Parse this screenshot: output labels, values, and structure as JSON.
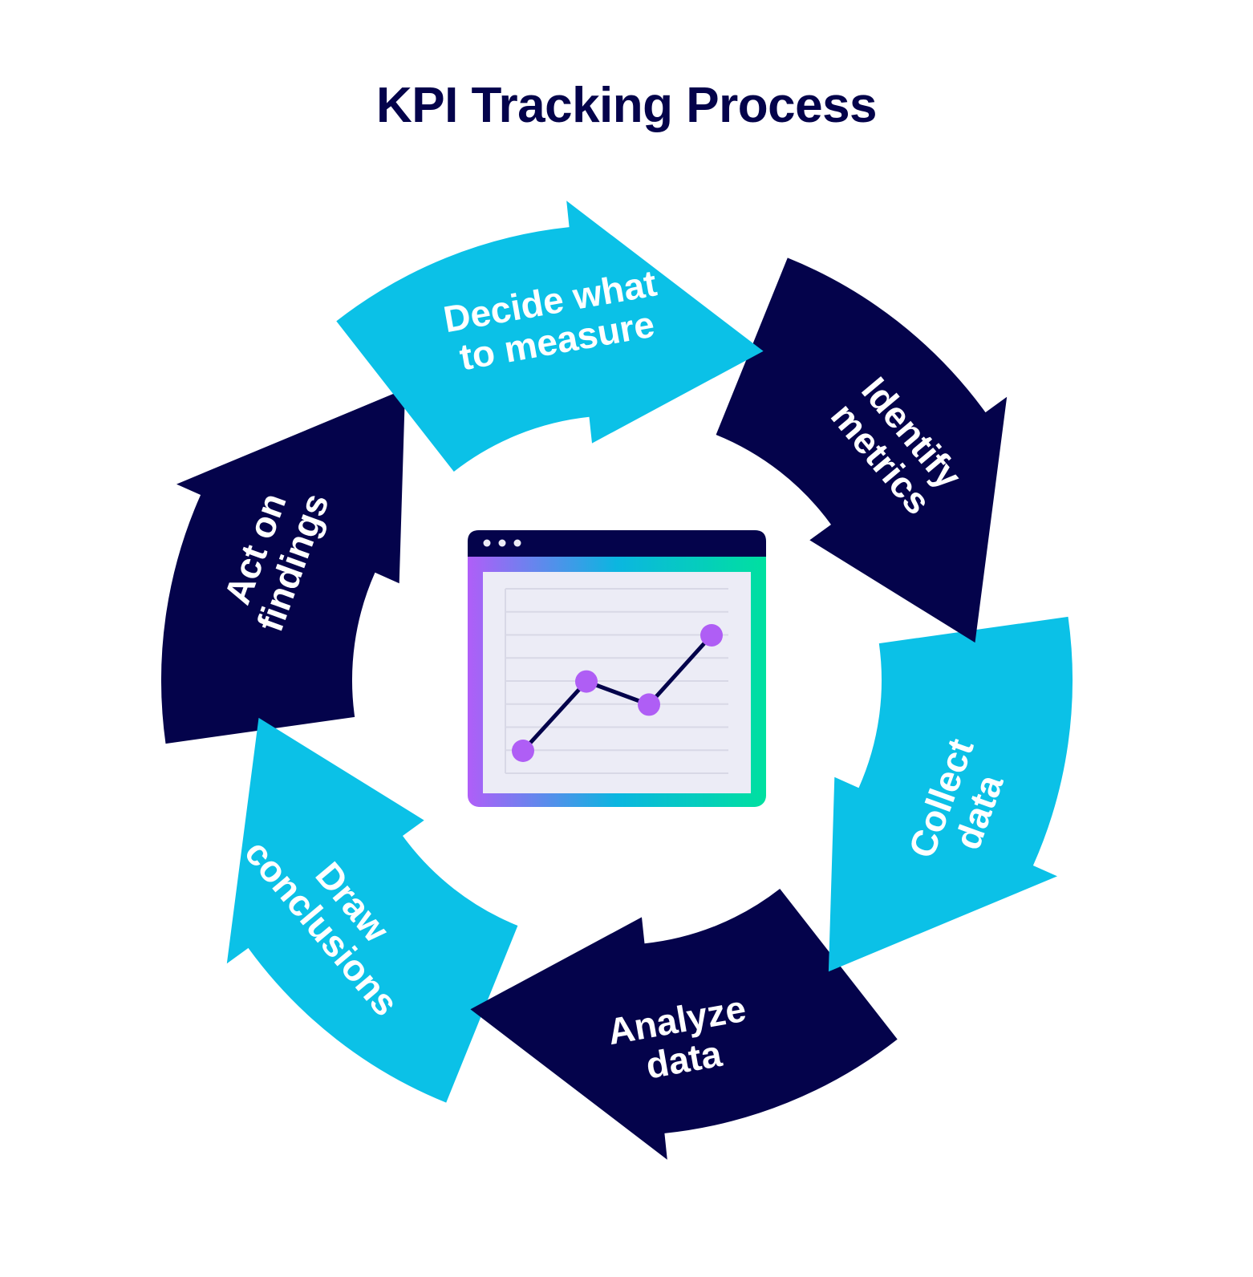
{
  "title": "KPI Tracking Process",
  "colors": {
    "dark": "#04034b",
    "light": "#0bc1e7",
    "text_on_arrow": "#ffffff",
    "window_bar": "#04034b",
    "window_panel": "#ececf6",
    "grid_line": "#d8d8e6",
    "chart_line": "#04034b",
    "chart_point": "#af5ef5",
    "gradient_start": "#b05ef8",
    "gradient_mid": "#0bb6e0",
    "gradient_end": "#00e0a0"
  },
  "steps": [
    {
      "id": "decide",
      "lines": [
        "Decide what",
        "to measure"
      ],
      "color": "light"
    },
    {
      "id": "identify",
      "lines": [
        "Identify",
        "metrics"
      ],
      "color": "dark"
    },
    {
      "id": "collect",
      "lines": [
        "Collect",
        "data"
      ],
      "color": "light"
    },
    {
      "id": "analyze",
      "lines": [
        "Analyze",
        "data"
      ],
      "color": "dark"
    },
    {
      "id": "draw",
      "lines": [
        "Draw",
        "conclusions"
      ],
      "color": "light"
    },
    {
      "id": "act",
      "lines": [
        "Act on",
        "findings"
      ],
      "color": "dark"
    }
  ],
  "center_icon": {
    "name": "line-chart-window-icon",
    "window_dots": 3,
    "trend_points": [
      1,
      4,
      3,
      6
    ]
  }
}
